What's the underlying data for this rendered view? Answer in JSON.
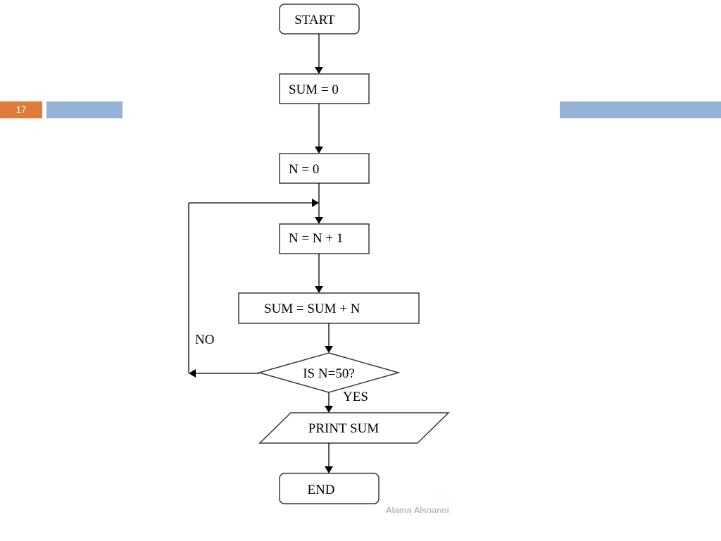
{
  "slide": {
    "number": "17",
    "footer": "Alama Alsoanni",
    "accent_color": "#e07b39",
    "bar_color": "#95b3d7"
  },
  "flowchart": {
    "start": "START",
    "init_sum": "SUM = 0",
    "init_n": "N = 0",
    "increment": "N = N + 1",
    "accumulate": "SUM = SUM + N",
    "decision": "IS N=50?",
    "label_no": "NO",
    "label_yes": "YES",
    "output": "PRINT SUM",
    "end": "END"
  }
}
